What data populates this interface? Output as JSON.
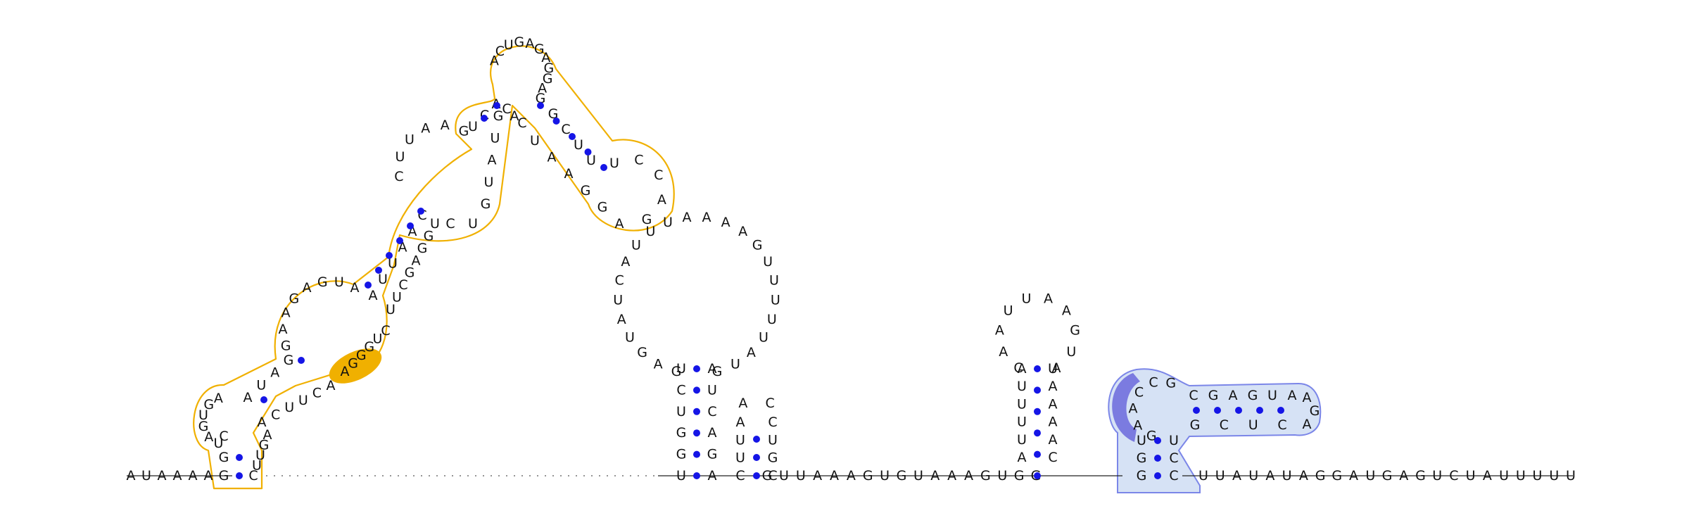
{
  "colors": {
    "pair_dot": "#1515e6",
    "nucleotide_text": "#111111",
    "highlight_orange_outline": "#f0b000",
    "highlight_orange_fill": "#f0b000",
    "highlight_blue_outline": "#7b86e8",
    "highlight_blue_fill": "#d6e2f5",
    "highlight_blue_strong": "#7b7be0"
  },
  "baseline_left": "AUAAAAG",
  "baseline_right": "UUAUAUAGGAUGAGUCUAUUUUU",
  "baseline_middle": "GUUAAAGUGUAAAGUGG",
  "domain1_5prime": "GCUAGUGAAUAGGAAGAGUAAUUAACCUUAAGUCAGGCUUCGGCCUCAG",
  "domain1_3prime": "AGGAAUCACGUAUGUCUGGAGCUUCUGGGAACUUCAAGUUC",
  "domain1_loop_upper": "ACUGAGAGGA",
  "domain1_loop_mid": "UCCAG",
  "hairpin2_stem_5": "UGGUCU",
  "hairpin2_loop": "GAGUAUCAUUUAAAAGUUUUUAUG",
  "hairpin2_stem_3": "AUCAGA",
  "hairpin3_stem_5": "CUUA",
  "hairpin3_loop": "AC",
  "hairpin3_stem_3": "CUGC",
  "hairpin4_stem_5": "AUUUUA",
  "hairpin4_loop": "CAAUUAAGUA",
  "hairpin4_stem_3": "UAAAAC",
  "hairpin5": "GGUGAACCGCGAGUAAGACUCGUCC"
}
